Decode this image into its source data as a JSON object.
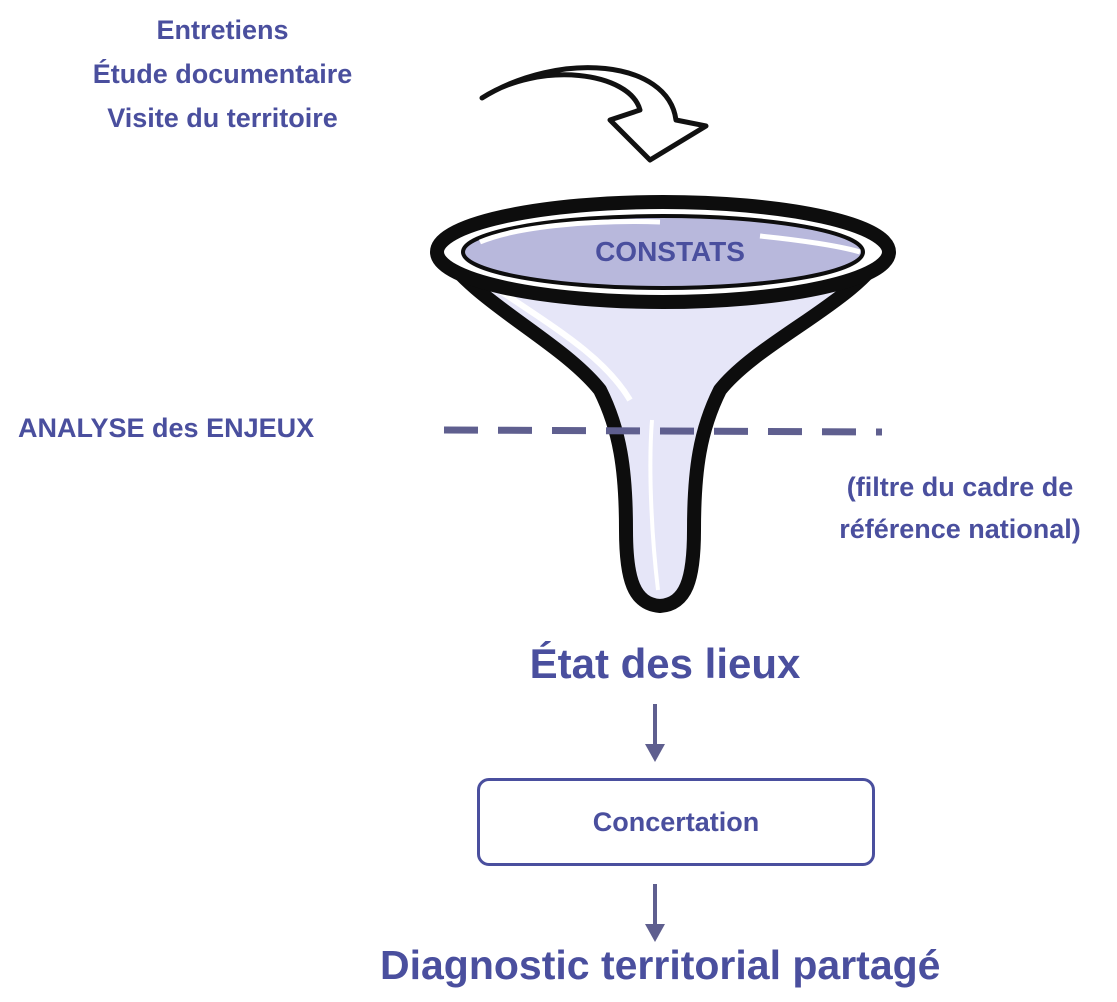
{
  "sources": [
    "Entretiens",
    "Étude documentaire",
    "Visite du territoire"
  ],
  "funnel_label": "CONSTATS",
  "analyse_label": "ANALYSE des ENJEUX",
  "filtre_label": [
    "(filtre du cadre de",
    "référence national)"
  ],
  "etat_label": "État des lieux",
  "concertation_label": "Concertation",
  "diagnostic_label": "Diagnostic territorial partagé",
  "colors": {
    "text": "#4a4f9e",
    "dash": "#5f5f8f",
    "funnel_fill": "#dcdcf4",
    "funnel_mouth": "#b8b8dc"
  }
}
